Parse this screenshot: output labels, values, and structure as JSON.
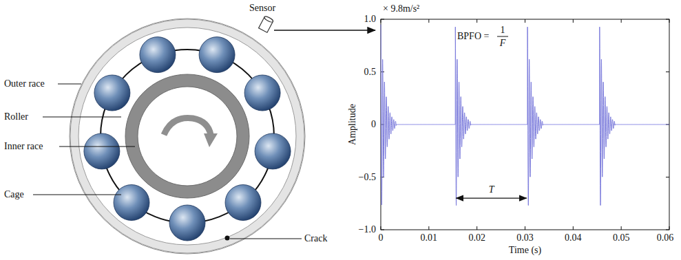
{
  "diagram": {
    "labels": [
      "Outer race",
      "Roller",
      "Inner race",
      "Cage",
      "Sensor",
      "Crack",
      "× 9.8m/s²",
      "Amplitude",
      "1.0",
      "0.5",
      "0",
      "−0.5",
      "−1.0",
      "0",
      "0.01",
      "0.02",
      "0.03",
      "0.04",
      "0.05",
      "0.06",
      "Time (s)",
      "BPFO =",
      "1",
      "F",
      "T"
    ]
  }
}
